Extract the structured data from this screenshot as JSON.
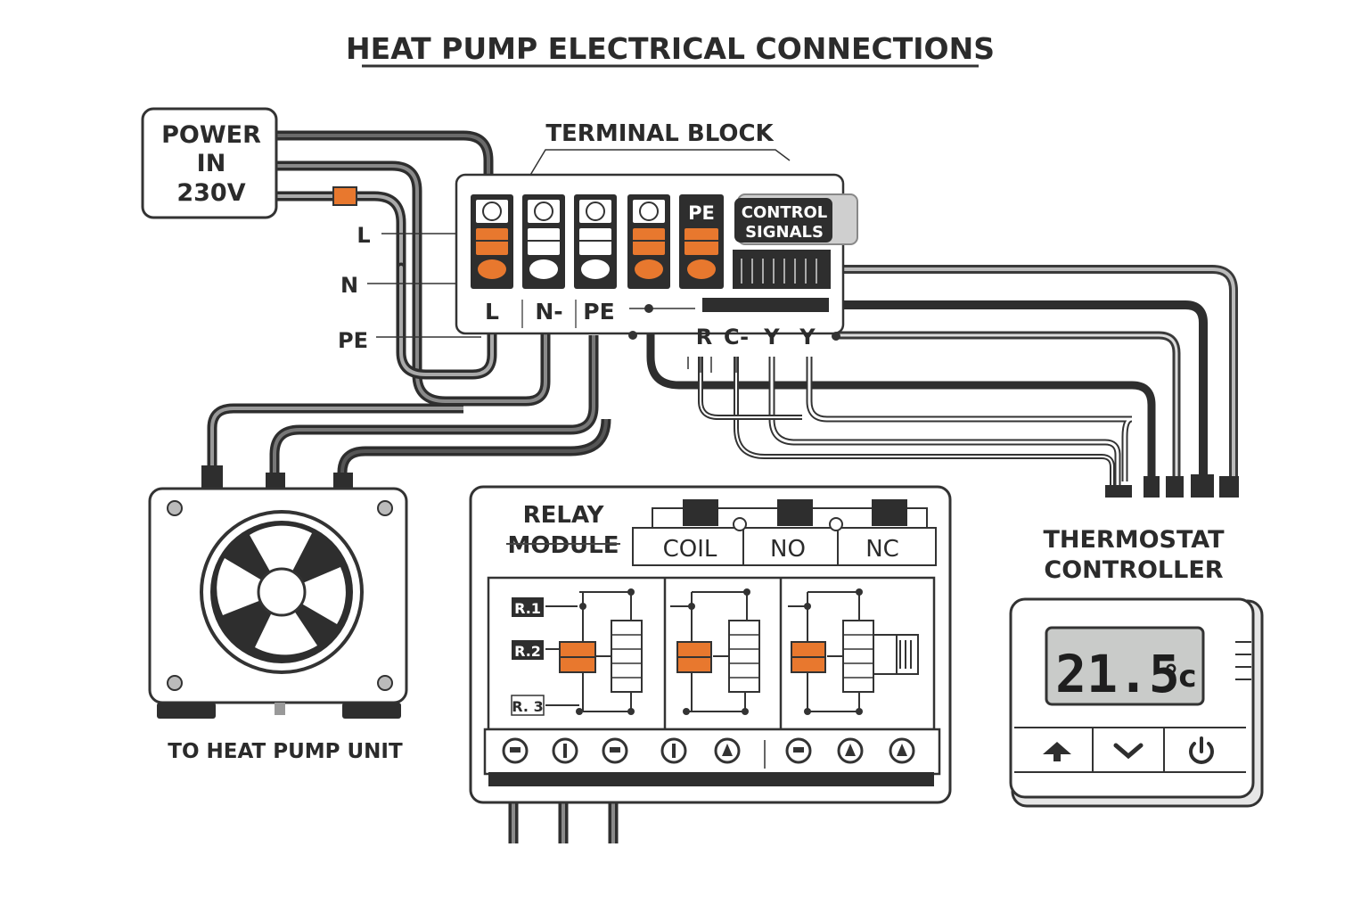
{
  "title": "HEAT PUMP ELECTRICAL CONNECTIONS",
  "power": {
    "line1": "POWER",
    "line2": "IN",
    "line3": "230V"
  },
  "wire_labels": {
    "l": "L",
    "n": "N",
    "pe": "PE"
  },
  "terminal_block": {
    "label": "TERMINAL BLOCK",
    "slot_pe": "PE",
    "bottom_labels": {
      "l": "L",
      "n": "N-",
      "pe": "PE"
    },
    "control_signals": {
      "line1": "CONTROL",
      "line2": "SIGNALS"
    },
    "control_terms": {
      "r": "R",
      "c": "C-",
      "y1": "Y",
      "y2": "Y"
    }
  },
  "heat_pump": {
    "caption": "TO HEAT PUMP UNIT"
  },
  "relay": {
    "title1": "RELAY",
    "title2": "MODULE",
    "cols": {
      "coil": "COIL",
      "no": "NO",
      "nc": "NC"
    },
    "rows": {
      "r1": "R.1",
      "r2": "R.2",
      "r3": "R. 3"
    }
  },
  "thermostat": {
    "title1": "THERMOSTAT",
    "title2": "CONTROLLER",
    "display": "21.5",
    "unit": "°c"
  },
  "colors": {
    "accent": "#e8782e",
    "wire": "#2e2e2e",
    "frame": "#3a3a3a",
    "lcd": "#c9cbc9"
  }
}
